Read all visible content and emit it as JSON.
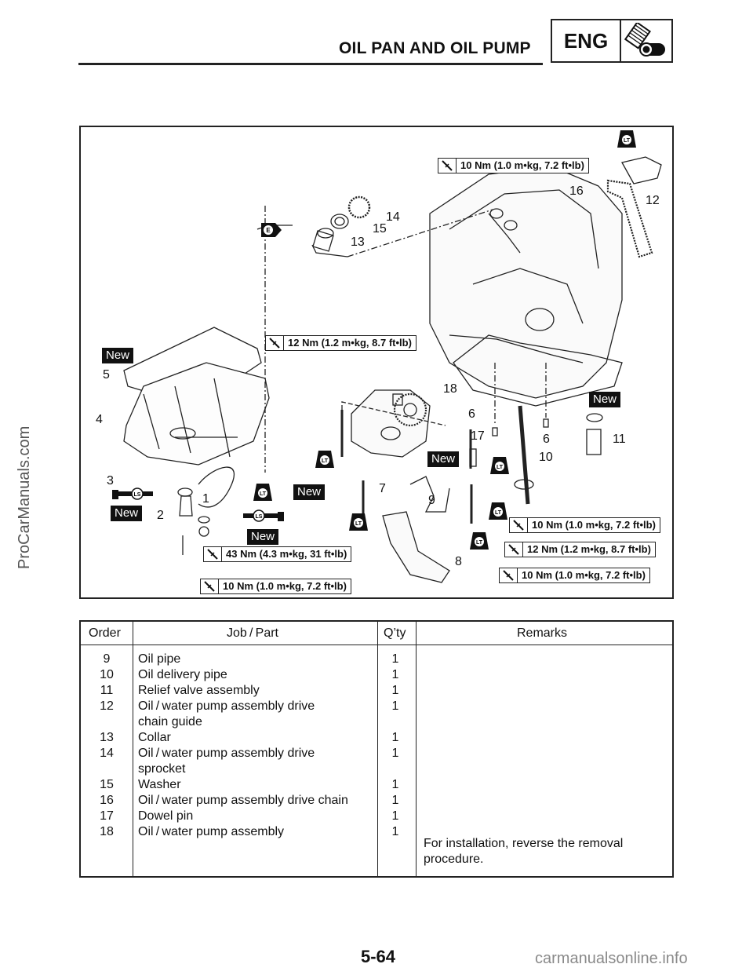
{
  "header": {
    "title": "OIL PAN AND OIL PUMP",
    "section_code": "ENG",
    "section_icon": "engine-icon"
  },
  "diagram": {
    "torque_specs": [
      {
        "id": "t1",
        "value": "10 Nm (1.0 m•kg, 7.2 ft•lb)"
      },
      {
        "id": "t2",
        "value": "12 Nm (1.2 m•kg, 8.7 ft•lb)"
      },
      {
        "id": "t3",
        "value": "10 Nm (1.0 m•kg, 7.2 ft•lb)"
      },
      {
        "id": "t4",
        "value": "12 Nm (1.2 m•kg, 8.7 ft•lb)"
      },
      {
        "id": "t5",
        "value": "10 Nm (1.0 m•kg, 7.2 ft•lb)"
      },
      {
        "id": "t6",
        "value": "43 Nm (4.3 m•kg, 31 ft•lb)"
      },
      {
        "id": "t7",
        "value": "10 Nm (1.0 m•kg, 7.2 ft•lb)"
      }
    ],
    "new_label": "New",
    "badges": {
      "lt": "LT",
      "ls": "LS",
      "e": "E"
    },
    "callouts": [
      "1",
      "2",
      "3",
      "4",
      "5",
      "6",
      "6",
      "7",
      "8",
      "9",
      "10",
      "11",
      "12",
      "13",
      "14",
      "15",
      "16",
      "17",
      "18"
    ]
  },
  "table": {
    "headers": {
      "order": "Order",
      "part": "Job / Part",
      "qty": "Q’ty",
      "remarks": "Remarks"
    },
    "rows": [
      {
        "order": "9",
        "part": [
          "Oil pipe"
        ],
        "qty": "1"
      },
      {
        "order": "10",
        "part": [
          "Oil delivery pipe"
        ],
        "qty": "1"
      },
      {
        "order": "11",
        "part": [
          "Relief valve assembly"
        ],
        "qty": "1"
      },
      {
        "order": "12",
        "part": [
          "Oil / water pump assembly drive",
          "chain guide"
        ],
        "qty": "1"
      },
      {
        "order": "13",
        "part": [
          "Collar"
        ],
        "qty": "1"
      },
      {
        "order": "14",
        "part": [
          "Oil / water pump assembly drive",
          "sprocket"
        ],
        "qty": "1"
      },
      {
        "order": "15",
        "part": [
          "Washer"
        ],
        "qty": "1"
      },
      {
        "order": "16",
        "part": [
          "Oil / water pump assembly drive chain"
        ],
        "qty": "1"
      },
      {
        "order": "17",
        "part": [
          "Dowel pin"
        ],
        "qty": "1"
      },
      {
        "order": "18",
        "part": [
          "Oil / water pump assembly"
        ],
        "qty": "1"
      }
    ],
    "remarks": [
      "For installation, reverse the removal",
      "procedure."
    ]
  },
  "footer": {
    "page_number": "5-64"
  },
  "watermarks": {
    "side": "ProCarManuals.com",
    "bottom": "carmanualsonline.info"
  }
}
